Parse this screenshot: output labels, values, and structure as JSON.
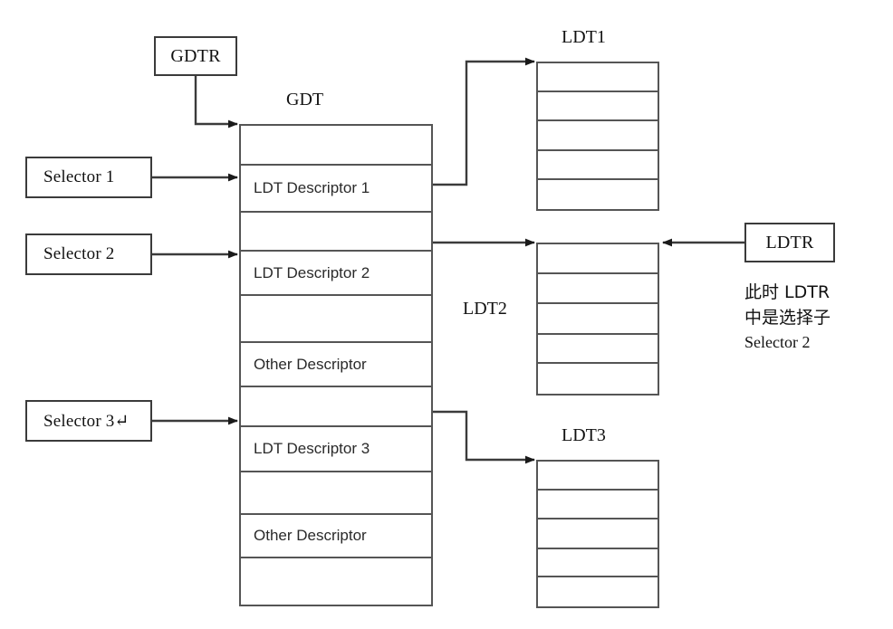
{
  "diagram": {
    "title_note": "GDT / LDT descriptor table relationship diagram",
    "colors": {
      "stroke": "#3b3b3b",
      "table_stroke": "#555555",
      "background": "#ffffff",
      "text": "#111111"
    }
  },
  "registers": {
    "gdtr": {
      "label": "GDTR"
    },
    "ldtr": {
      "label": "LDTR"
    }
  },
  "selectors": [
    {
      "label": "Selector 1"
    },
    {
      "label": "Selector 2"
    },
    {
      "label": "Selector 3↵"
    }
  ],
  "tables": {
    "gdt": {
      "caption": "GDT",
      "rows": [
        {
          "label": ""
        },
        {
          "label": "LDT Descriptor 1"
        },
        {
          "label": ""
        },
        {
          "label": "LDT Descriptor 2"
        },
        {
          "label": ""
        },
        {
          "label": "Other Descriptor"
        },
        {
          "label": ""
        },
        {
          "label": "LDT Descriptor 3"
        },
        {
          "label": ""
        },
        {
          "label": "Other Descriptor"
        },
        {
          "label": ""
        }
      ]
    },
    "ldt1": {
      "caption": "LDT1",
      "rows": [
        {
          "label": ""
        },
        {
          "label": ""
        },
        {
          "label": ""
        },
        {
          "label": ""
        },
        {
          "label": ""
        }
      ]
    },
    "ldt2": {
      "caption": "LDT2",
      "rows": [
        {
          "label": ""
        },
        {
          "label": ""
        },
        {
          "label": ""
        },
        {
          "label": ""
        },
        {
          "label": ""
        }
      ]
    },
    "ldt3": {
      "caption": "LDT3",
      "rows": [
        {
          "label": ""
        },
        {
          "label": ""
        },
        {
          "label": ""
        },
        {
          "label": ""
        },
        {
          "label": ""
        }
      ]
    }
  },
  "annotation": {
    "line1": "此时 LDTR",
    "line2": "中是选择子",
    "line3": "Selector 2"
  }
}
